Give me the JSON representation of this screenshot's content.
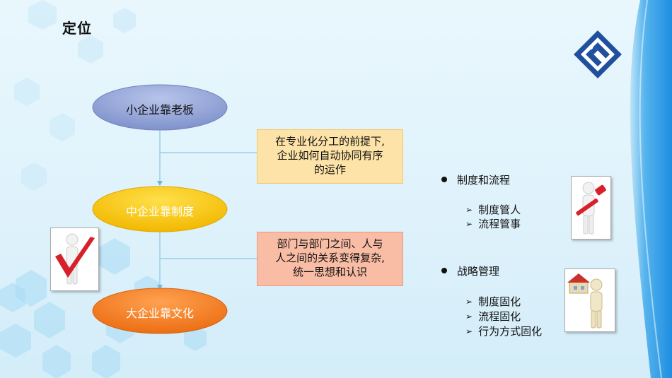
{
  "title": "定位",
  "flow": {
    "ellipses": [
      {
        "label": "小企业靠老板",
        "fill": "#8e9fd3",
        "text_color": "#111111"
      },
      {
        "label": "中企业靠制度",
        "fill": "#f5c400",
        "text_color": "#ffffff"
      },
      {
        "label": "大企业靠文化",
        "fill": "#f07c22",
        "text_color": "#ffffff"
      }
    ],
    "notes": [
      {
        "lines": [
          "在专业化分工的前提下,",
          "企业如何自动协同有序",
          "的运作"
        ]
      },
      {
        "lines": [
          "部门与部门之间、人与",
          "人之间的关系变得复杂,",
          "统一思想和认识"
        ]
      }
    ]
  },
  "right": {
    "groups": [
      {
        "heading": "制度和流程",
        "items": [
          "制度管人",
          "流程管事"
        ]
      },
      {
        "heading": "战略管理",
        "items": [
          "制度固化",
          "流程固化",
          "行为方式固化"
        ]
      }
    ]
  },
  "colors": {
    "connector": "#9ad0e6",
    "accent_blue": "#2f8fd8"
  },
  "icons": [
    "company-logo-icon",
    "checkmark-figure-icon",
    "hammer-figure-icon",
    "house-figure-icon"
  ]
}
